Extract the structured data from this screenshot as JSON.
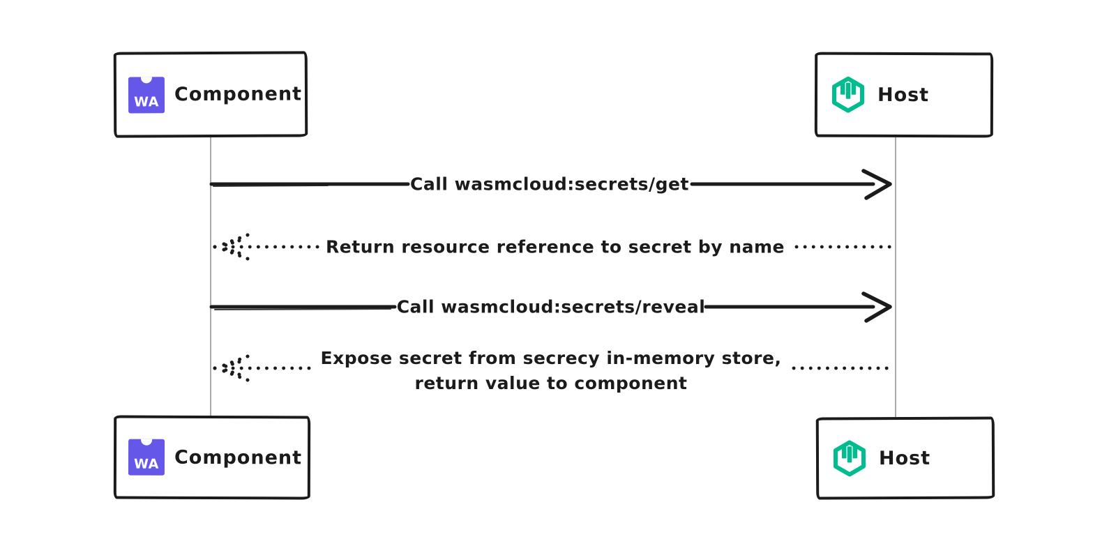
{
  "actors": [
    {
      "id": "component-top",
      "label": "Component",
      "icon": "wasm-component-icon"
    },
    {
      "id": "host-top",
      "label": "Host",
      "icon": "wasmcloud-host-icon"
    },
    {
      "id": "component-bottom",
      "label": "Component",
      "icon": "wasm-component-icon"
    },
    {
      "id": "host-bottom",
      "label": "Host",
      "icon": "wasmcloud-host-icon"
    }
  ],
  "icons": {
    "wa_text": "WA"
  },
  "messages": [
    {
      "id": "call-get",
      "style": "solid",
      "direction": "component-to-host",
      "label": "Call wasmcloud:secrets/get"
    },
    {
      "id": "return-reference",
      "style": "dotted",
      "direction": "host-to-component",
      "label": "Return resource reference to secret by name"
    },
    {
      "id": "call-reveal",
      "style": "solid",
      "direction": "component-to-host",
      "label": "Call wasmcloud:secrets/reveal"
    },
    {
      "id": "return-secret-value",
      "style": "dotted",
      "direction": "host-to-component",
      "label": "Expose secret from secrecy in-memory store, return value to component",
      "line1": "Expose secret from secrecy in-memory store,",
      "line2": "return value to component"
    }
  ],
  "colors": {
    "stroke": "#1b1b1b",
    "lifeline": "#9a9a9a",
    "wasm_purple": "#6557e8",
    "wasmcloud_green": "#00bc8e",
    "background": "#ffffff"
  }
}
